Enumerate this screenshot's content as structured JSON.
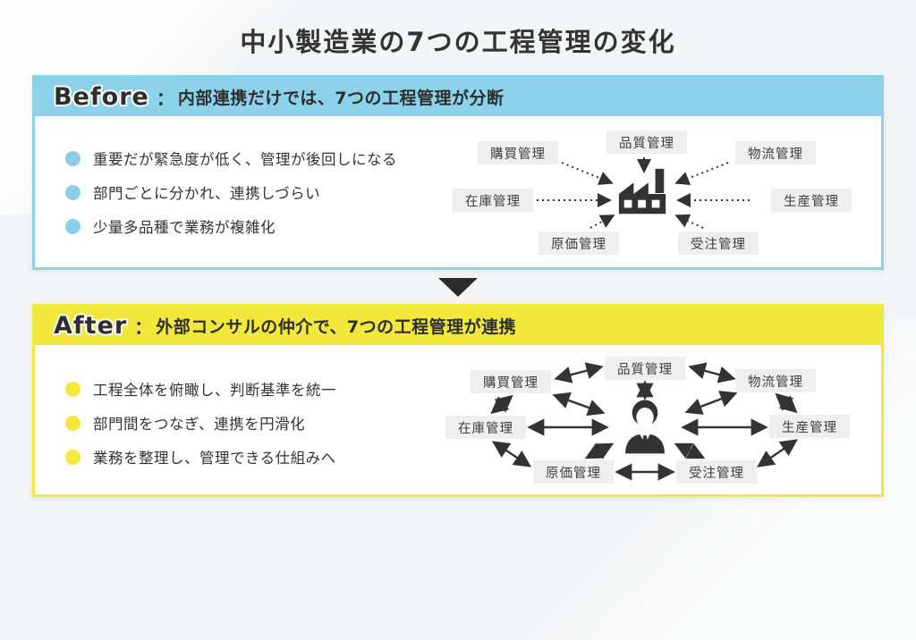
{
  "slide": {
    "title": "中小製造業の7つの工程管理の変化"
  },
  "before": {
    "label": "Before",
    "colon": "：",
    "headline": "内部連携だけでは、7つの工程管理が分断",
    "bullets": [
      "重要だが緊急度が低く、管理が後回しになる",
      "部門ごとに分かれ、連携しづらい",
      "少量多品種で業務が複雑化"
    ],
    "diagram": {
      "center_icon": "factory-icon",
      "arrow_style": "dotted-one-way-inward",
      "nodes": [
        "購買管理",
        "品質管理",
        "物流管理",
        "在庫管理",
        "生産管理",
        "原価管理",
        "受注管理"
      ]
    }
  },
  "after": {
    "label": "After",
    "colon": "：",
    "headline": "外部コンサルの仲介で、7つの工程管理が連携",
    "bullets": [
      "工程全体を俯瞰し、判断基準を統一",
      "部門間をつなぎ、連携を円滑化",
      "業務を整理し、管理できる仕組みへ"
    ],
    "diagram": {
      "center_icon": "consultant-icon",
      "arrow_style": "solid-bidirectional-network",
      "nodes": [
        "購買管理",
        "品質管理",
        "物流管理",
        "在庫管理",
        "生産管理",
        "原価管理",
        "受注管理"
      ]
    }
  },
  "colors": {
    "before_accent": "#8bd2ea",
    "after_accent": "#f2e73b",
    "node_bg": "#efefef",
    "ink": "#333333",
    "background": "#f4f5f6"
  }
}
